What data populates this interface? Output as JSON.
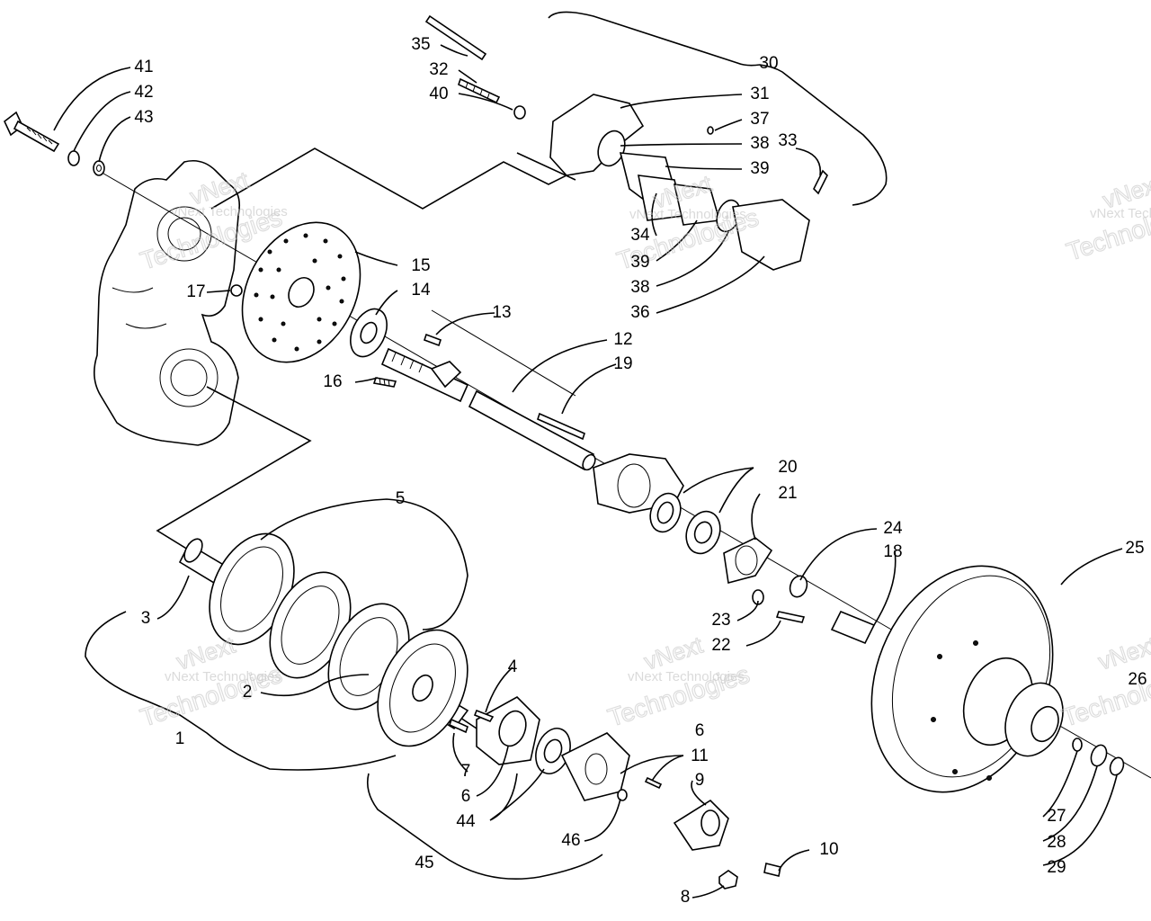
{
  "watermark": {
    "brand": "vNext Technologies",
    "big_top": "vNext",
    "big_bottom": "Technologies"
  },
  "callouts": [
    {
      "id": "1",
      "label": "1"
    },
    {
      "id": "2",
      "label": "2"
    },
    {
      "id": "3",
      "label": "3"
    },
    {
      "id": "4",
      "label": "4"
    },
    {
      "id": "5",
      "label": "5"
    },
    {
      "id": "6a",
      "label": "6"
    },
    {
      "id": "6b",
      "label": "6"
    },
    {
      "id": "7",
      "label": "7"
    },
    {
      "id": "8",
      "label": "8"
    },
    {
      "id": "9",
      "label": "9"
    },
    {
      "id": "10",
      "label": "10"
    },
    {
      "id": "11",
      "label": "11"
    },
    {
      "id": "12",
      "label": "12"
    },
    {
      "id": "13",
      "label": "13"
    },
    {
      "id": "14",
      "label": "14"
    },
    {
      "id": "15",
      "label": "15"
    },
    {
      "id": "16",
      "label": "16"
    },
    {
      "id": "17",
      "label": "17"
    },
    {
      "id": "18",
      "label": "18"
    },
    {
      "id": "19",
      "label": "19"
    },
    {
      "id": "20",
      "label": "20"
    },
    {
      "id": "21",
      "label": "21"
    },
    {
      "id": "22",
      "label": "22"
    },
    {
      "id": "23",
      "label": "23"
    },
    {
      "id": "24",
      "label": "24"
    },
    {
      "id": "25",
      "label": "25"
    },
    {
      "id": "26",
      "label": "26"
    },
    {
      "id": "27",
      "label": "27"
    },
    {
      "id": "28",
      "label": "28"
    },
    {
      "id": "29",
      "label": "29"
    },
    {
      "id": "30",
      "label": "30"
    },
    {
      "id": "31",
      "label": "31"
    },
    {
      "id": "32",
      "label": "32"
    },
    {
      "id": "33",
      "label": "33"
    },
    {
      "id": "34",
      "label": "34"
    },
    {
      "id": "35",
      "label": "35"
    },
    {
      "id": "36",
      "label": "36"
    },
    {
      "id": "37",
      "label": "37"
    },
    {
      "id": "38a",
      "label": "38"
    },
    {
      "id": "38b",
      "label": "38"
    },
    {
      "id": "39a",
      "label": "39"
    },
    {
      "id": "39b",
      "label": "39"
    },
    {
      "id": "40",
      "label": "40"
    },
    {
      "id": "41",
      "label": "41"
    },
    {
      "id": "42",
      "label": "42"
    },
    {
      "id": "43",
      "label": "43"
    },
    {
      "id": "44",
      "label": "44"
    },
    {
      "id": "45",
      "label": "45"
    },
    {
      "id": "46",
      "label": "46"
    }
  ]
}
